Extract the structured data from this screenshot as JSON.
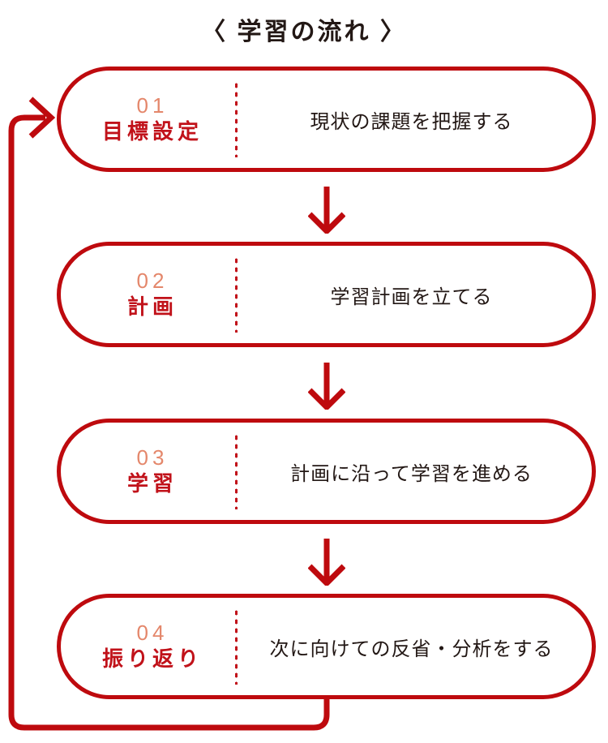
{
  "title": "〈 学習の流れ 〉",
  "colors": {
    "primary_red": "#BE0A0E",
    "label_red": "#C1121A",
    "number_salmon": "#E4876B",
    "text_dark": "#231815",
    "background": "#FFFFFF"
  },
  "steps": [
    {
      "number": "01",
      "name": "目標設定",
      "description": "現状の課題を把握する"
    },
    {
      "number": "02",
      "name": "計画",
      "description": "学習計画を立てる"
    },
    {
      "number": "03",
      "name": "学習",
      "description": "計画に沿って学習を進める"
    },
    {
      "number": "04",
      "name": "振り返り",
      "description": "次に向けての反省・分析をする"
    }
  ],
  "connectors": {
    "down_arrow_icon": "arrow-down-icon",
    "loop_icon": "feedback-loop-arrow-icon",
    "loop_description": "振り返りから目標設定へ戻る循環矢印"
  }
}
